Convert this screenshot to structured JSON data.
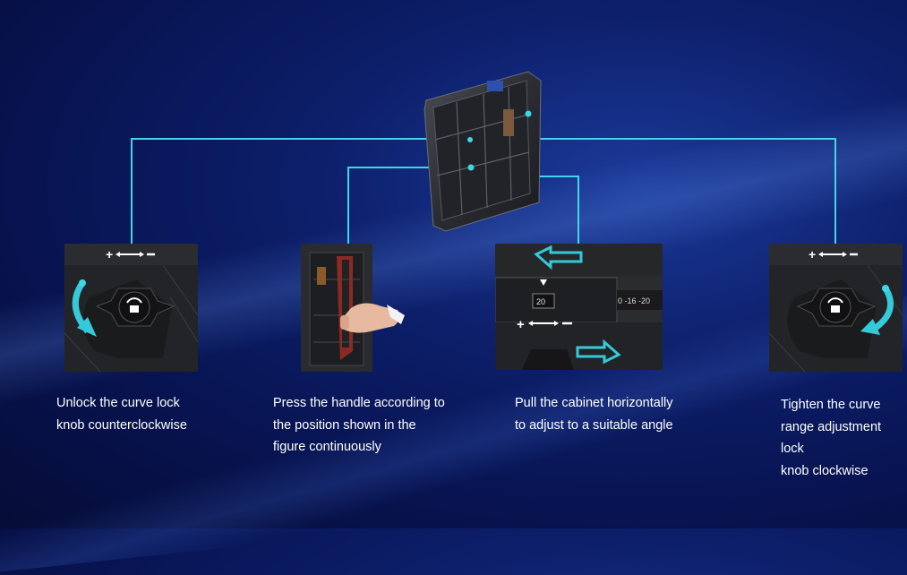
{
  "steps": [
    {
      "caption": "Unlock the curve lock\nknob  counterclockwise"
    },
    {
      "caption": "Press the handle according to\nthe position shown in the\nfigure continuously"
    },
    {
      "caption": "Pull the cabinet horizontally\nto adjust to a suitable angle"
    },
    {
      "caption": "Tighten the curve\nrange adjustment lock\nknob clockwise"
    }
  ],
  "scale_labels": {
    "plus": "+",
    "minus": "−",
    "indicator_value": "20",
    "ruler_values": "0 -16 -20"
  },
  "colors": {
    "connector": "#3fd6e6",
    "arrow": "#35c9d9"
  },
  "icons": [
    "cabinet-image",
    "curve-lock-knob",
    "rotate-arrow",
    "handle-press",
    "slide-arrow"
  ]
}
